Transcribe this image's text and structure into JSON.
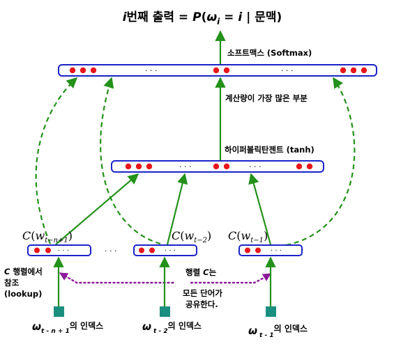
{
  "title": {
    "prefix_i": "i",
    "middle": "번째 출력 = ",
    "p": "P",
    "open": "(",
    "omega": "ω",
    "sub_i": "i",
    "tail_eq": " = ",
    "i2": "i",
    "tail": " | 문맥)"
  },
  "layers": {
    "softmax_label": "소프트맥스 (Softmax)",
    "hidden_label": "하이퍼볼릭탄젠트 (tanh)",
    "compute_note": "계산량이 가장 많은 부분",
    "dots": "· · ·"
  },
  "lookup": {
    "c_prefix": "C",
    "w": "w",
    "open": "(",
    "close": ")",
    "sub1": "t−n+1",
    "sub2": "t−2",
    "sub3": "t−1",
    "between_dots": "· · ·",
    "side_note_line1_a": "C",
    "side_note_line1_b": " 행렬에서",
    "side_note_line2": "참조",
    "side_note_line3": "(lookup)",
    "shared_line1_a": "행렬 ",
    "shared_line1_b": "C",
    "shared_line1_c": "는",
    "shared_line2": "모든 단어가",
    "shared_line3": "공유한다."
  },
  "inputs": {
    "omega": "ω",
    "sub1": "t - n + 1",
    "sub2": "t - 2",
    "sub3": "t - 1",
    "suffix": "의 인덱스"
  },
  "colors": {
    "box_border": "#1a23c8",
    "dot": "#e8161b",
    "arrow": "#23911a",
    "dash_arrow": "#23911a",
    "share_link": "#8b1a9a",
    "input_square": "#1b8f7f"
  }
}
